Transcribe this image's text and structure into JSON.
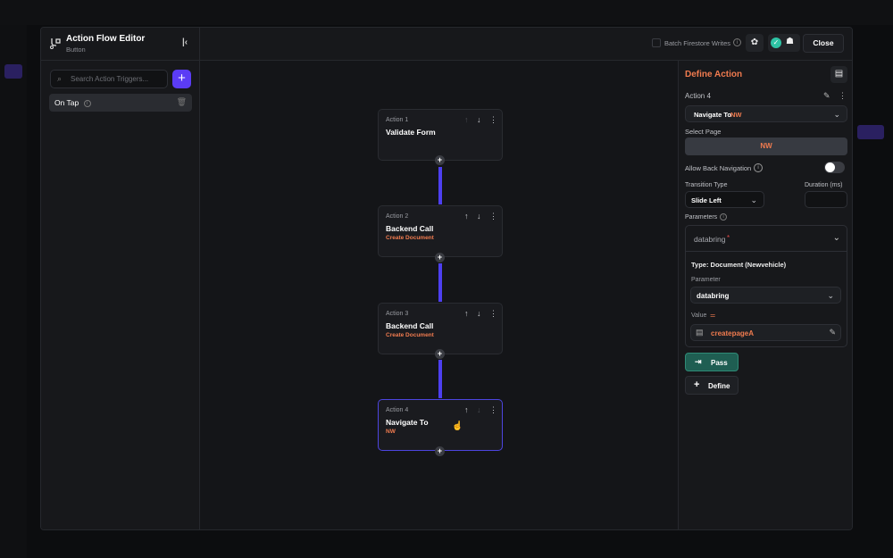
{
  "header": {
    "title": "Action Flow Editor",
    "subtitle": "Button",
    "batch_label": "Batch Firestore Writes",
    "close_label": "Close"
  },
  "left": {
    "search_placeholder": "Search Action Triggers...",
    "add_label": "+",
    "trigger_label": "On Tap"
  },
  "actions": [
    {
      "label": "Action 1",
      "name": "Validate Form",
      "sub": ""
    },
    {
      "label": "Action 2",
      "name": "Backend Call",
      "sub": "Create Document"
    },
    {
      "label": "Action 3",
      "name": "Backend Call",
      "sub": "Create Document"
    },
    {
      "label": "Action 4",
      "name": "Navigate To",
      "sub": "NW"
    }
  ],
  "right": {
    "title": "Define Action",
    "action_label": "Action 4",
    "action_type": "Navigate To",
    "action_target": "NW",
    "select_page_label": "Select Page",
    "selected_page": "NW",
    "allow_back_label": "Allow Back Navigation",
    "allow_back_on": true,
    "transition_label": "Transition Type",
    "transition_value": "Slide Left",
    "duration_label": "Duration (ms)",
    "duration_value": "",
    "parameters_label": "Parameters",
    "param_name": "databring",
    "required_mark": "*",
    "type_text": "Type: Document (Newvehicle)",
    "parameter_label": "Parameter",
    "parameter_value": "databring",
    "value_label": "Value",
    "value_text": "createpageA",
    "pass_label": "Pass",
    "define_label": "Define"
  },
  "colors": {
    "accent": "#5b3cf5",
    "orange": "#f07b4f",
    "pass": "#1f5e52"
  }
}
